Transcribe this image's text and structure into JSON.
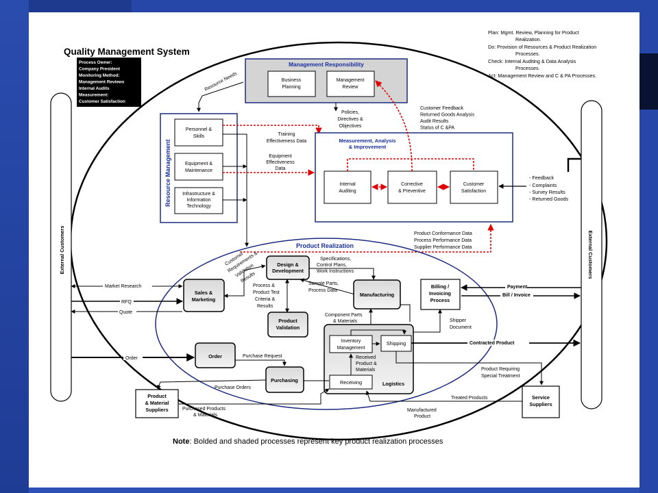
{
  "title": "Quality Management System",
  "owner_box": [
    "Process Owner:",
    "Company  President",
    "Monitoring Method:",
    "Management Reviews",
    "Internal Audits",
    "Measurement:",
    "Customer Satisfaction"
  ],
  "pdca": {
    "plan": "Plan: Mgmt. Review, Planning for Product",
    "plan2": "Realization.",
    "do": "Do: Provision of Resources & Product Realization",
    "do2": "Processes.",
    "check": "Check: Internal Auditing & Data Analysis",
    "check2": "Processes.",
    "act": "Act: Management Review and C & PA Processes."
  },
  "management": {
    "title": "Management Responsibility",
    "business_planning": [
      "Business",
      "Planning"
    ],
    "management_review": [
      "Management",
      "Review"
    ],
    "policies": [
      "Policies,",
      "Directives &",
      "Objectives"
    ]
  },
  "resource": {
    "title": "Resource Management",
    "personnel": [
      "Personnel &",
      "Skills"
    ],
    "equipment": [
      "Equipment &",
      "Maintenance"
    ],
    "infrastructure": [
      "Infrastructure &",
      "Information",
      "Technology"
    ],
    "resource_needs": "Resource Needs",
    "training": [
      "Training",
      "Effectiveness Data"
    ],
    "equipment_eff": [
      "Equipment",
      "Effectiveness",
      "Data"
    ]
  },
  "measurement": {
    "title": [
      "Measurement, Analysis",
      "& Improvement"
    ],
    "internal_auditing": [
      "Internal",
      "Auditing"
    ],
    "corrective": [
      "Corrective",
      "& Preventive"
    ],
    "customer_satisfaction": [
      "Customer",
      "Satisfaction"
    ],
    "feedback_info": [
      "Customer Feedback",
      "Returned Goods Analysis",
      "Audit Results",
      "Status of C &PA"
    ],
    "feedback_list": [
      "- Feedback",
      "- Complaints",
      "- Survey  Results",
      "- Returned Goods"
    ],
    "conformance": [
      "Product Conformance Data",
      "Process Performance Data",
      "Supplier Performance Data"
    ]
  },
  "external_customers": "External Customers",
  "product_realization": {
    "title": "Product Realization",
    "customer_req": [
      "Customer",
      "Requirements &",
      "Validation",
      "Results"
    ],
    "design": [
      "Design &",
      "Development"
    ],
    "specifications": [
      "Specifications,",
      "Control Plans,",
      "Work Instructions"
    ],
    "sample_parts": [
      "Sample Parts,",
      "Process Data"
    ],
    "process_test": [
      "Process &",
      "Product Test",
      "Criteria &",
      "Results"
    ],
    "manufacturing": "Manufacturing",
    "billing": [
      "Billing /",
      "Invoicing",
      "Process"
    ],
    "sales": [
      "Sales &",
      "Marketing"
    ],
    "product_validation": [
      "Product",
      "Validation"
    ],
    "component_parts": [
      "Component Parts",
      "& Materials"
    ],
    "shipper_doc": [
      "Shipper",
      "Document"
    ],
    "inventory": [
      "Inventory",
      "Management"
    ],
    "shipping": "Shipping",
    "received": [
      "Received",
      "Product &",
      "Materials"
    ],
    "receiving": "Receiving",
    "logistics": "Logistics",
    "order": "Order",
    "purchase_request": "Purchase Request",
    "purchasing": "Purchasing",
    "purchase_orders": "Purchase Orders"
  },
  "flows": {
    "market_research": "Market Research",
    "rfq": "RFQ",
    "quote": "Quote",
    "order": "Order",
    "payment": "Payment",
    "bill_invoice": "Bill / Invoice",
    "contracted_product": "Contracted Product",
    "special_treatment": [
      "Product Requiring",
      "Special Treatment"
    ],
    "treated_products": "Treated Products",
    "manufactured_product": [
      "Manufactured",
      "Product"
    ],
    "purchased_products": [
      "Purchased Products",
      "& Materials"
    ]
  },
  "suppliers": {
    "product_material": [
      "Product",
      "& Material",
      "Suppliers"
    ],
    "service": [
      "Service",
      "Suppliers"
    ]
  },
  "note": {
    "bold": "Note",
    "rest": ": Bolded and shaded processes represent key product realization processes"
  }
}
